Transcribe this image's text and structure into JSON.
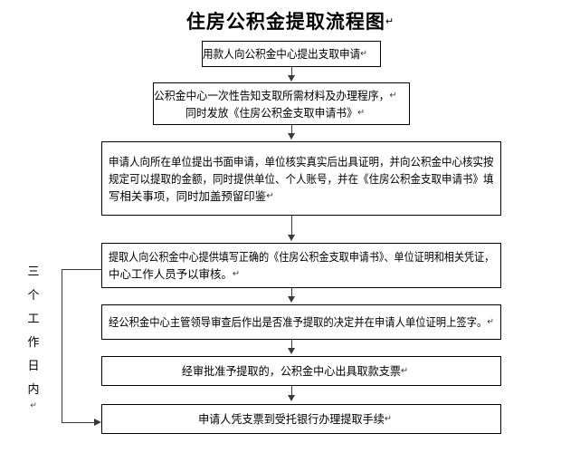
{
  "title": {
    "text": "住房公积金提取流程图",
    "mark": "↵"
  },
  "side_label": {
    "name": "three-working-days",
    "characters": [
      "三",
      "个",
      "工",
      "作",
      "日",
      "内"
    ],
    "mark": "↵"
  },
  "marks": {
    "paragraph": "↵"
  },
  "flow": {
    "steps": [
      {
        "id": "step-1",
        "name": "applicant-submits-request",
        "lines": [
          "用款人向公积金中心提出支取申请"
        ],
        "marks": [
          true
        ],
        "align": "center"
      },
      {
        "id": "step-2",
        "name": "center-informs-materials",
        "lines": [
          "公积金中心一次性告知支取所需材料及办理程序，",
          "同时发放《住房公积金支取申请书》"
        ],
        "marks": [
          true,
          true
        ],
        "align": "center"
      },
      {
        "id": "step-3",
        "name": "employer-verification-and-form",
        "lines": [
          "申请人向所在单位提出书面申请，单位核实真实后出具证明，并向公积金中心核实按",
          "规定可以提取的金额，同时提供单位、个人账号，并在《住房公积金支取申请书》填",
          "写相关事项，同时加盖预留印鉴"
        ],
        "marks": [
          false,
          false,
          true
        ],
        "align": "justify"
      },
      {
        "id": "step-4",
        "name": "submit-documents-for-review",
        "lines": [
          "提取人向公积金中心提供填写正确的《住房公积金支取申请书》、单位证明和相关凭证，",
          "中心工作人员予以审核。"
        ],
        "marks": [
          false,
          true
        ],
        "align": "justify"
      },
      {
        "id": "step-5",
        "name": "leader-approval-and-signature",
        "lines": [
          "经公积金中心主管领导审查后作出是否准予提取的决定并在申请人单位证明上签字。"
        ],
        "marks": [
          true
        ],
        "align": "justify"
      },
      {
        "id": "step-6",
        "name": "center-issues-check",
        "lines": [
          "经审批准予提取的，公积金中心出具取款支票"
        ],
        "marks": [
          true
        ],
        "align": "center"
      },
      {
        "id": "step-7",
        "name": "withdraw-at-bank",
        "lines": [
          "申请人凭支票到受托银行办理提取手续"
        ],
        "marks": [
          true
        ],
        "align": "center"
      }
    ]
  },
  "colors": {
    "background": "#ffffff",
    "box_border": "#000000",
    "connector": "#3a3a3a",
    "text": "#000000"
  }
}
